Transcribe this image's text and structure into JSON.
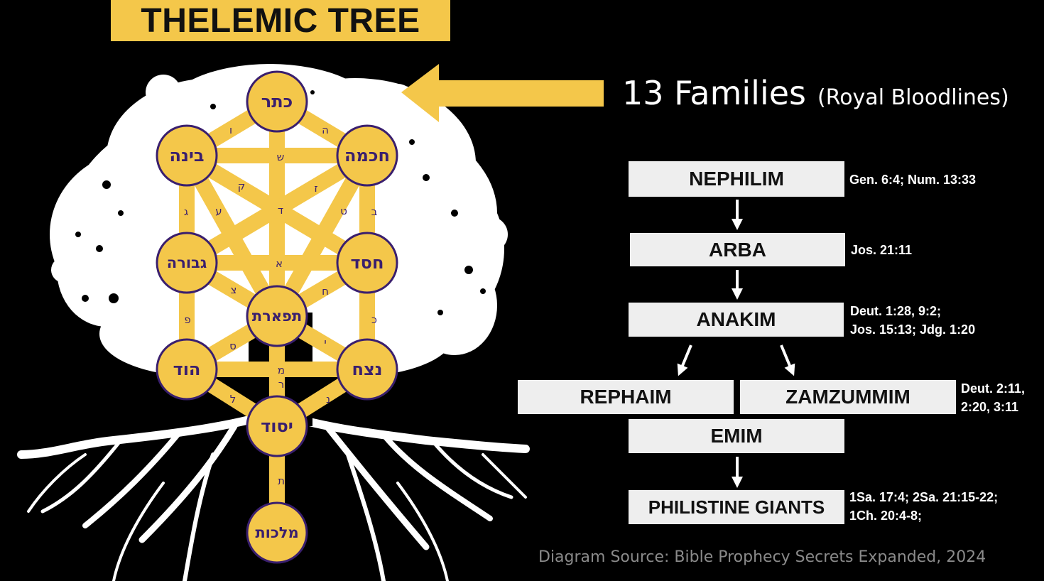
{
  "title": "THELEMIC TREE",
  "heading": {
    "main": "13 Families",
    "sub": "(Royal Bloodlines)"
  },
  "sephiroth": {
    "keter": "כתר",
    "binah": "בינה",
    "chokhmah": "חכמה",
    "gevurah": "גבורה",
    "chesed": "חסד",
    "tiferet": "תפארת",
    "hod": "הוד",
    "netzach": "נצח",
    "yesod": "יסוד",
    "malkhut": "מלכות"
  },
  "paths": {
    "keter_binah": "ו",
    "keter_chokhmah": "ה",
    "binah_chokhmah": "ש",
    "binah_gevurah": "ג",
    "binah_tiferet": "ק",
    "chokhmah_tiferet": "ז",
    "chokhmah_chesed": "ב",
    "keter_tiferet": "ד",
    "gevurah_tiferet_a": "ע",
    "chesed_tiferet_a": "ט",
    "gevurah_chesed": "א",
    "gevurah_tiferet": "צ",
    "chesed_tiferet": "ח",
    "gevurah_hod": "פ",
    "chesed_netzach": "כ",
    "tiferet_hod": "ס",
    "tiferet_netzach": "י",
    "hod_netzach": "מ",
    "tiferet_yesod": "ר",
    "hod_yesod": "ל",
    "netzach_yesod": "נ",
    "yesod_malkhut": "ת"
  },
  "lineage": {
    "nephilim": {
      "label": "NEPHILIM",
      "ref": [
        "Gen. 6:4; Num. 13:33"
      ]
    },
    "arba": {
      "label": "ARBA",
      "ref": [
        "Jos. 21:11"
      ]
    },
    "anakim": {
      "label": "ANAKIM",
      "ref": [
        "Deut. 1:28, 9:2;",
        "Jos. 15:13; Jdg. 1:20"
      ]
    },
    "rephaim": {
      "label": "REPHAIM"
    },
    "zamzummim": {
      "label": "ZAMZUMMIM",
      "ref": [
        "Deut. 2:11,",
        "2:20, 3:11"
      ]
    },
    "emim": {
      "label": "EMIM"
    },
    "philistine": {
      "label": "PHILISTINE GIANTS",
      "ref": [
        "1Sa. 17:4; 2Sa. 21:15-22;",
        "1Ch. 20:4-8;"
      ]
    }
  },
  "source": "Diagram Source: Bible Prophecy Secrets Expanded, 2024",
  "colors": {
    "gold": "#f4c74a",
    "purple": "#3a1f6e",
    "box": "#eeeeee",
    "background": "#000000"
  }
}
